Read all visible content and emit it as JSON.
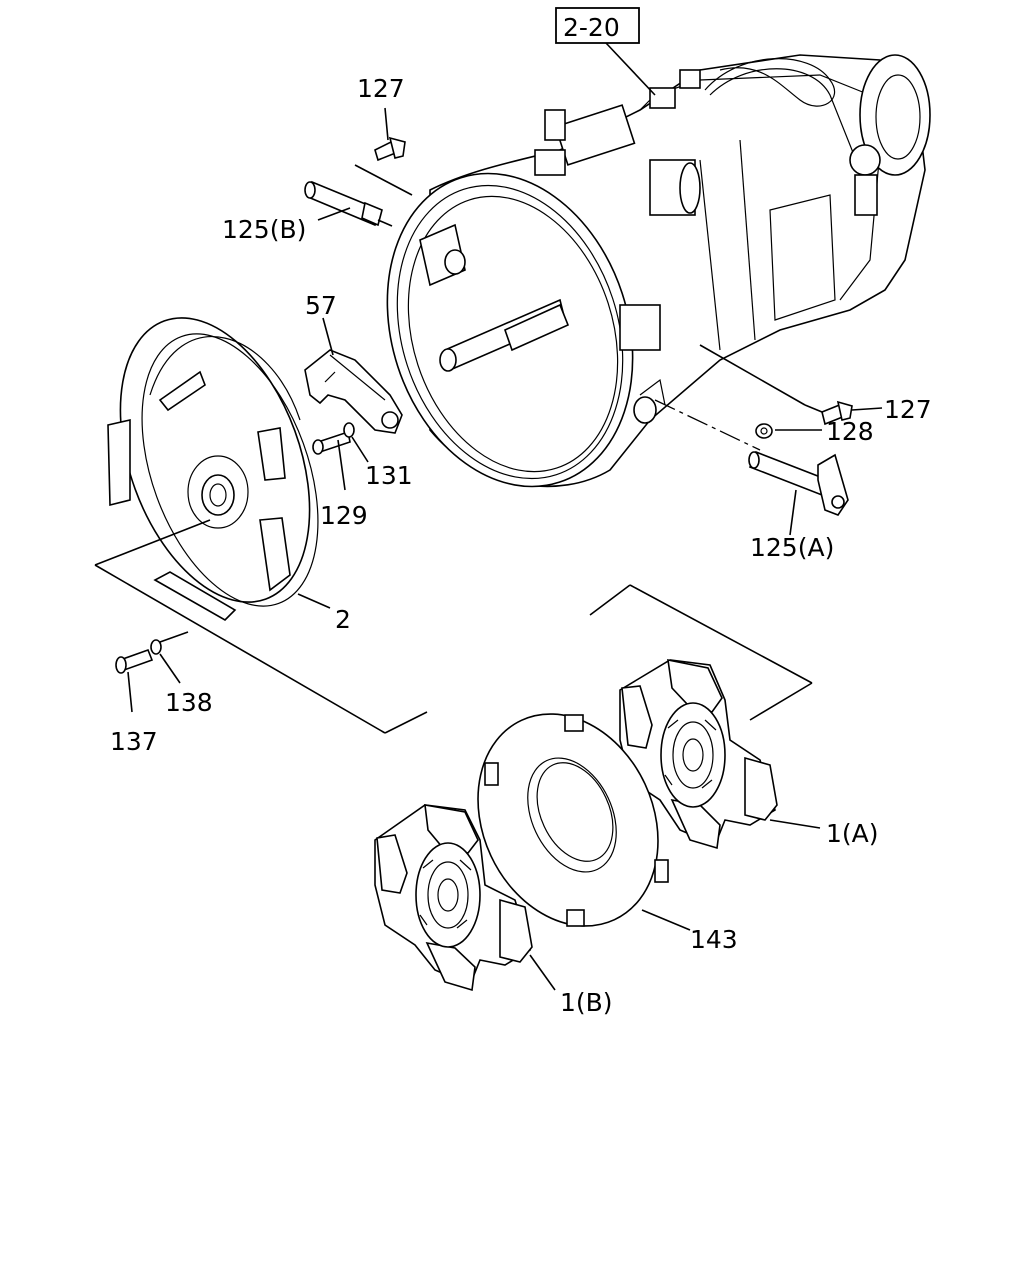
{
  "callouts": {
    "ref_box": "2-20",
    "p127_top": "127",
    "p125b": "125(B)",
    "p57": "57",
    "p127_right": "127",
    "p128": "128",
    "p131": "131",
    "p129": "129",
    "p125a": "125(A)",
    "p2": "2",
    "p138": "138",
    "p137": "137",
    "p1a": "1(A)",
    "p143": "143",
    "p1b": "1(B)"
  }
}
